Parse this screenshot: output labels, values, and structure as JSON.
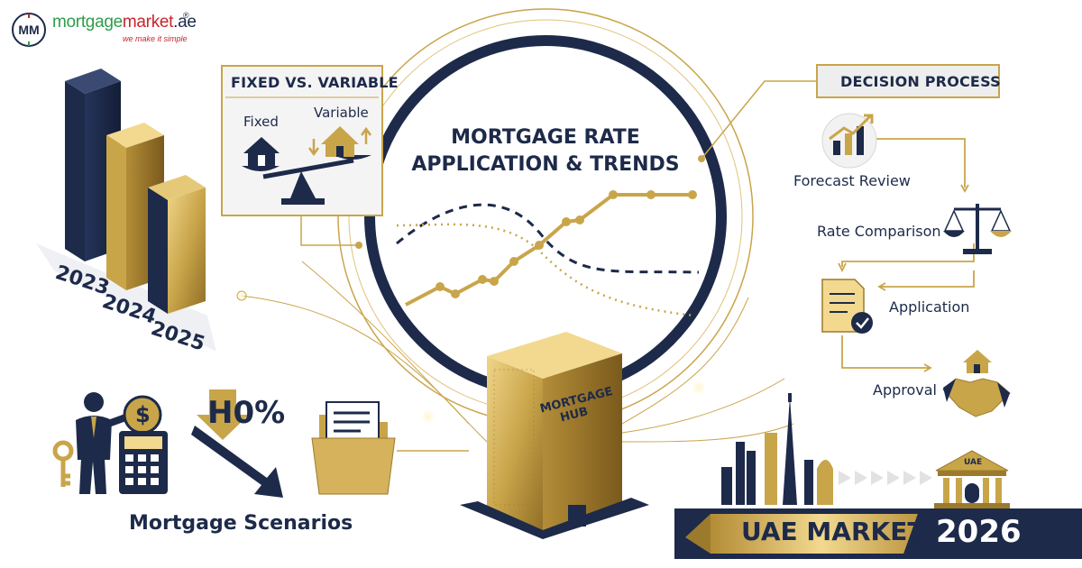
{
  "logo": {
    "part1": "mortgage",
    "part2": "market",
    "part3": ".ae",
    "registered": "®",
    "tagline": "we make it simple",
    "monogram": "MM"
  },
  "center": {
    "title_line1": "MORTGAGE RATE",
    "title_line2": "APPLICATION & TRENDS"
  },
  "years": [
    "2023",
    "2024",
    "2025"
  ],
  "fixed_variable": {
    "title": "FIXED VS. VARIABLE",
    "fixed": "Fixed",
    "variable": "Variable"
  },
  "decision": {
    "title": "DECISION PROCESS",
    "steps": [
      "Forecast Review",
      "Rate Comparison",
      "Application",
      "Approval"
    ]
  },
  "scenarios": {
    "title": "Mortgage Scenarios",
    "percent": "H0%",
    "dollar": "$"
  },
  "hub": {
    "label_line1": "MORTGAGE",
    "label_line2": "HUB"
  },
  "market": {
    "label": "UAE MARKET",
    "year": "2026",
    "bank_label": "UAE"
  },
  "colors": {
    "navy": "#1d2a4a",
    "gold": "#c9a54a",
    "gold_light": "#e6c978",
    "gold_dark": "#9c7a2c"
  },
  "icons": [
    "house-icon",
    "scale-icon",
    "growth-chart-icon",
    "document-check-icon",
    "handshake-icon",
    "businessman-icon",
    "dollar-coin-icon",
    "calculator-icon",
    "keys-icon",
    "down-arrow-icon",
    "folder-icon",
    "bank-icon",
    "city-skyline-icon"
  ]
}
